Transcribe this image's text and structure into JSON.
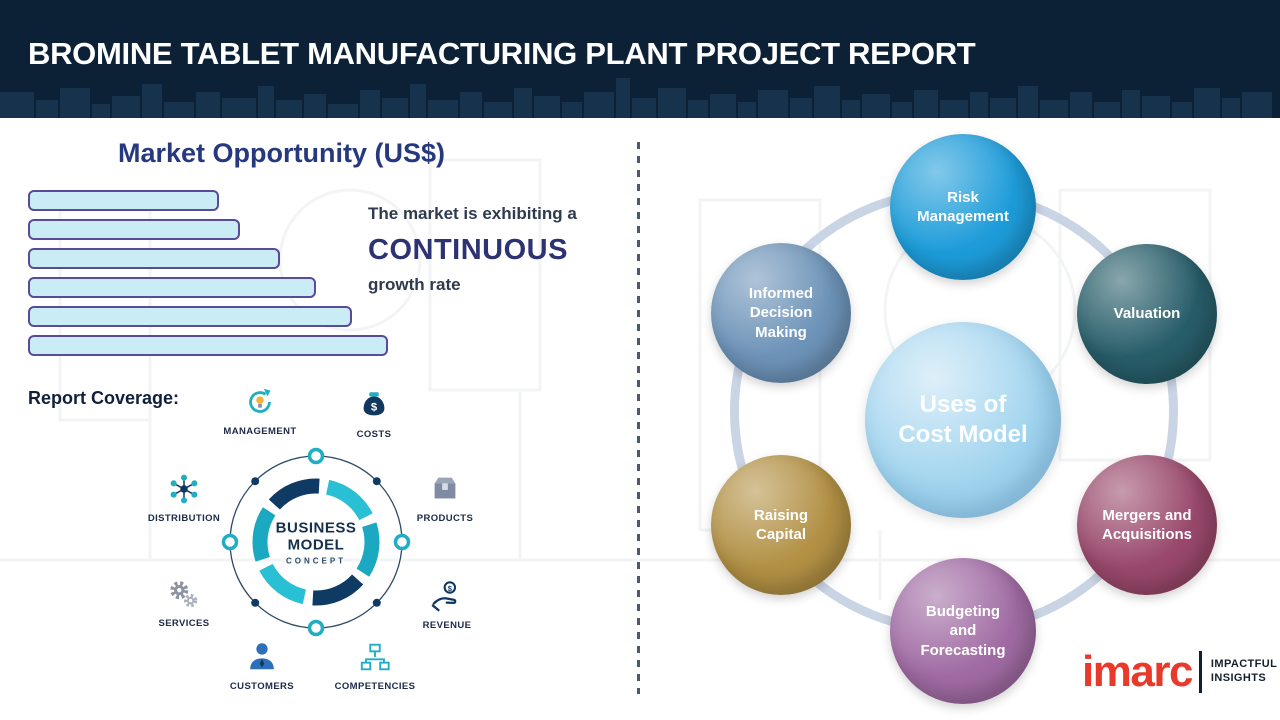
{
  "header": {
    "title": "BROMINE TABLET MANUFACTURING PLANT PROJECT REPORT"
  },
  "market": {
    "title": "Market Opportunity (US$)",
    "growth_prefix": "The market is exhibiting a",
    "growth_highlight": "CONTINUOUS",
    "growth_suffix": "growth rate"
  },
  "chart_data": {
    "type": "bar",
    "orientation": "horizontal",
    "title": "Market Opportunity (US$)",
    "values_relative": [
      53,
      59,
      70,
      80,
      90,
      100
    ]
  },
  "report_coverage": {
    "label": "Report Coverage:"
  },
  "business_model": {
    "center": {
      "line1": "BUSINESS",
      "line2": "MODEL",
      "line3": "CONCEPT"
    },
    "items": [
      {
        "label": "MANAGEMENT",
        "icon": "management-cycle-icon"
      },
      {
        "label": "COSTS",
        "icon": "money-bag-icon"
      },
      {
        "label": "DISTRIBUTION",
        "icon": "network-icon"
      },
      {
        "label": "PRODUCTS",
        "icon": "box-icon"
      },
      {
        "label": "SERVICES",
        "icon": "gears-icon"
      },
      {
        "label": "REVENUE",
        "icon": "hand-coin-icon"
      },
      {
        "label": "CUSTOMERS",
        "icon": "person-icon"
      },
      {
        "label": "COMPETENCIES",
        "icon": "org-chart-icon"
      }
    ]
  },
  "cost_model": {
    "center": {
      "line1": "Uses of",
      "line2": "Cost Model",
      "color": "#9fd3ee"
    },
    "nodes": [
      {
        "label": "Risk Management",
        "color": "#1d9cd9"
      },
      {
        "label": "Valuation",
        "color": "#275d69"
      },
      {
        "label": "Mergers and Acquisitions",
        "color": "#99486b"
      },
      {
        "label": "Budgeting and Forecasting",
        "color": "#a06ba3"
      },
      {
        "label": "Raising Capital",
        "color": "#b29044"
      },
      {
        "label": "Informed Decision Making",
        "color": "#6d93b8"
      }
    ]
  },
  "logo": {
    "brand": "imarc",
    "tagline1": "IMPACTFUL",
    "tagline2": "INSIGHTS",
    "brand_color": "#e8392b"
  },
  "colors": {
    "header_bg": "#0c2136",
    "heading_navy": "#27397e",
    "accent_teal": "#21aec4",
    "bar_fill": "#c9ecf5",
    "bar_stroke": "#574b9a"
  }
}
